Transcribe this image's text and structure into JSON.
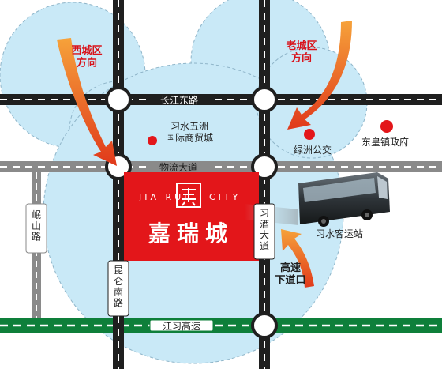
{
  "map": {
    "directions": {
      "west_old_area": "西城区\n方向",
      "old_town": "老城区\n方向",
      "highway_exit": "高速\n下道口"
    },
    "roads": {
      "changjiang_east": "长江东路",
      "wuliu_avenue": "物流大道",
      "jiangxi_expressway": "江习高速",
      "minshan": "岷山路",
      "kunlun_south": "昆仑南路",
      "xijiu_avenue": "习酒大道"
    },
    "landmarks": {
      "wuzhou": "习水五洲\n国际商贸城",
      "luzhou_bus": "绿洲公交",
      "donghuang_gov": "东皇镇政府",
      "bus_station": "习水客运站"
    },
    "project": {
      "name": "嘉瑞城",
      "english_left": "JIA RUI",
      "english_right": "CITY"
    },
    "colors": {
      "zone_fill": "#c9e9f7",
      "road_dark": "#1f1f1f",
      "road_gray": "#8a8a8a",
      "expressway_green": "#0e7f3a",
      "project_red": "#e3161a",
      "direction_orange": "#e8501c",
      "dot_red": "#e3161a",
      "label_red": "#d9121a"
    }
  }
}
